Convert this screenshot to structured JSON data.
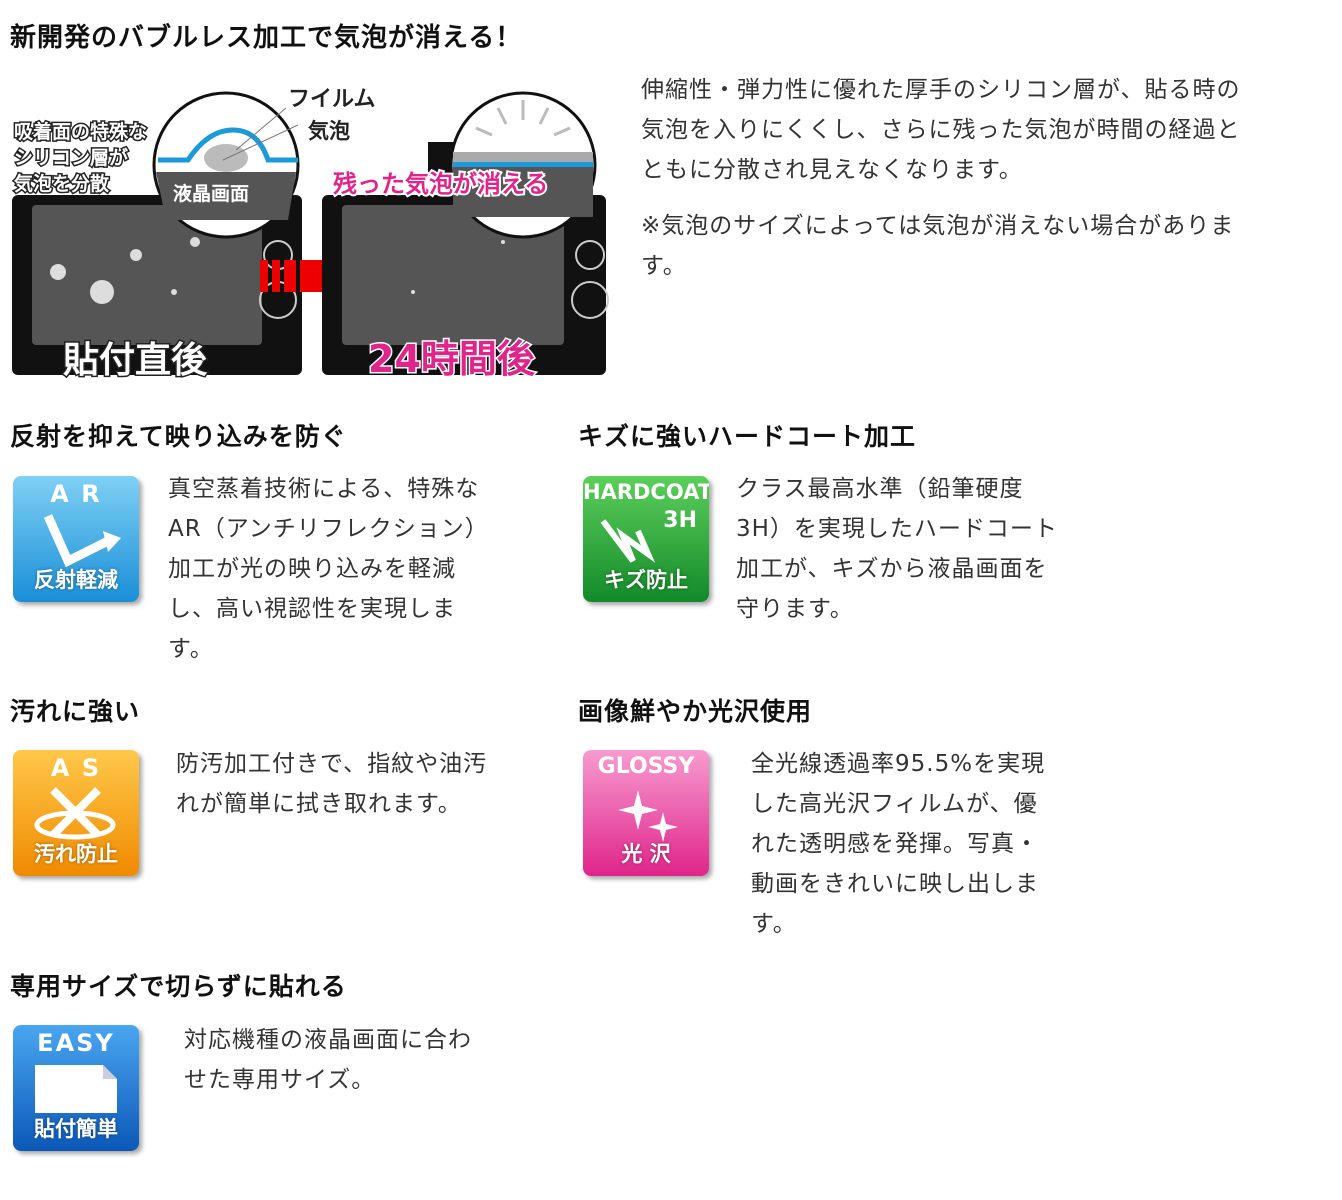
{
  "title": "新開発のバブルレス加工で気泡が消える！",
  "illustration": {
    "film_label": "フイルム",
    "bubble_label": "気泡",
    "silicone_note": [
      "吸着面の特殊な",
      "シリコン層が",
      "気泡を分散"
    ],
    "lcd_label": "液晶画面",
    "disappear_label": "残った気泡が消える",
    "before_label": "貼付直後",
    "after_label": "24時間後"
  },
  "intro": {
    "lines": [
      "伸縮性・弾力性に優れた厚手のシリコン層が、貼る時の",
      "気泡を入りにくくし、さらに残った気泡が時間の経過と",
      "ともに分散され見えなくなります。"
    ],
    "note_lines": [
      "※気泡のサイズによっては気泡が消えない場合がありま",
      "す。"
    ]
  },
  "features": [
    {
      "heading": "反射を抑えて映り込みを防ぐ",
      "icon_top": "A R",
      "icon_bottom": "反射軽減",
      "lines": [
        "真空蒸着技術による、特殊な",
        "AR（アンチリフレクション）",
        "加工が光の映り込みを軽減",
        "し、高い視認性を実現しま",
        "す。"
      ]
    },
    {
      "heading": "キズに強いハードコート加工",
      "icon_top": "HARDCOAT",
      "icon_mid": "3H",
      "icon_bottom": "キズ防止",
      "lines": [
        "クラス最高水準（鉛筆硬度",
        "3H）を実現したハードコート",
        "加工が、キズから液晶画面を",
        "守ります。"
      ]
    },
    {
      "heading": "汚れに強い",
      "icon_top": "A S",
      "icon_bottom": "汚れ防止",
      "lines": [
        "防汚加工付きで、指紋や油汚",
        "れが簡単に拭き取れます。"
      ]
    },
    {
      "heading": "画像鮮やか光沢使用",
      "icon_top": "GLOSSY",
      "icon_bottom": "光 沢",
      "lines": [
        "全光線透過率95.5%を実現",
        "した高光沢フィルムが、優",
        "れた透明感を発揮。写真・",
        "動画をきれいに映し出しま",
        "す。"
      ]
    },
    {
      "heading": "専用サイズで切らずに貼れる",
      "icon_top": "EASY",
      "icon_bottom": "貼付簡単",
      "lines": [
        "対応機種の液晶画面に合わ",
        "せた専用サイズ。"
      ]
    }
  ]
}
